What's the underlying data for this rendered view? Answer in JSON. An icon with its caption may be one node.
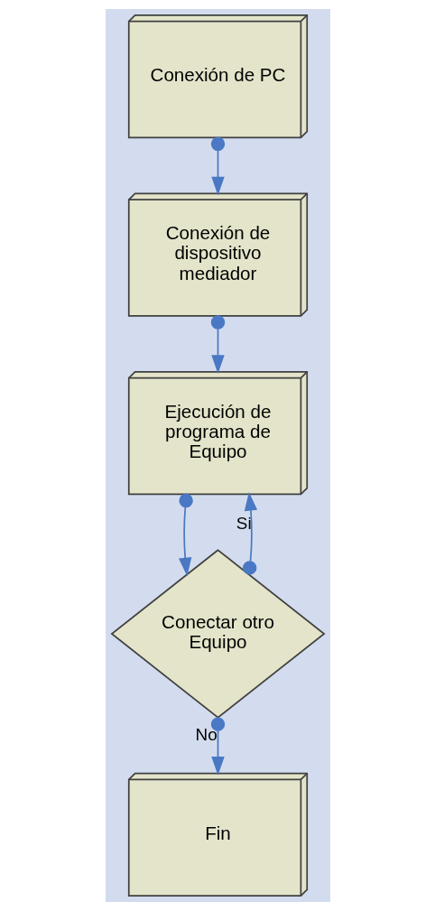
{
  "diagram": {
    "nodes": [
      {
        "text": [
          "Conexión de PC"
        ]
      },
      {
        "text": [
          "Conexión de dispositivo mediador"
        ]
      },
      {
        "text": [
          "Ejecución de programa de Equipo"
        ]
      },
      {
        "text": [
          "Conectar otro Equipo"
        ]
      },
      {
        "text": [
          "Fin"
        ]
      }
    ],
    "edges": [
      {
        "from": 0,
        "to": 1,
        "arrow": "to"
      },
      {
        "from": 1,
        "to": 2,
        "arrow": "to"
      },
      {
        "from": 2,
        "to": 3,
        "arrow": "to"
      },
      {
        "from": 3,
        "to": 2,
        "arrow": "to",
        "label": "Si"
      },
      {
        "from": 3,
        "to": 4,
        "arrow": "to",
        "label": "No"
      }
    ]
  }
}
